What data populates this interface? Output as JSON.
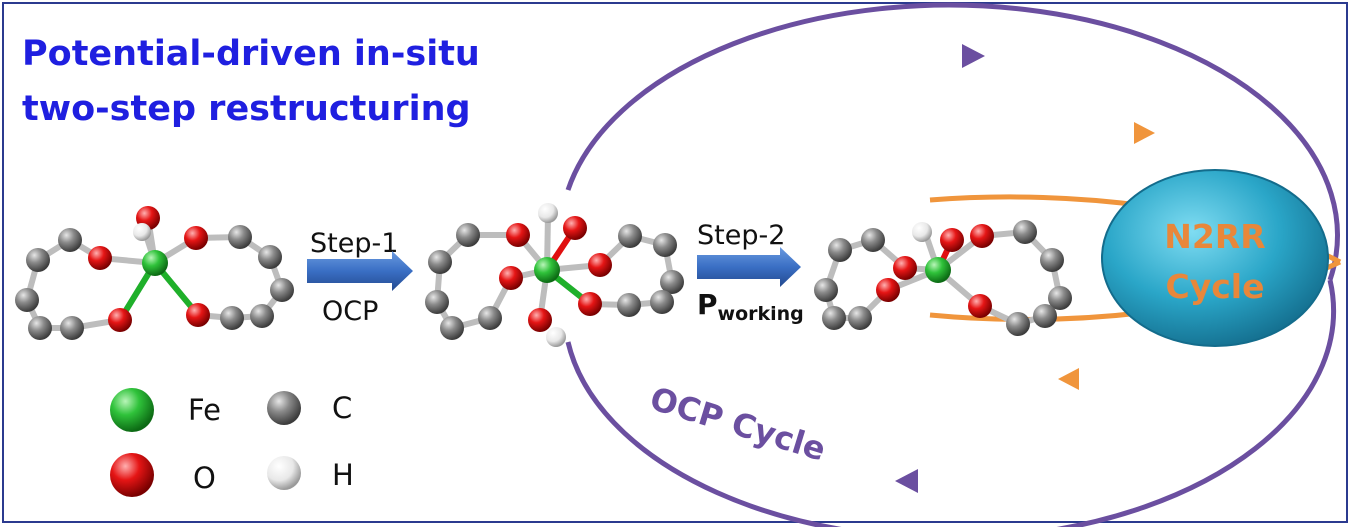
{
  "title": {
    "line1": "Potential-driven in-situ",
    "line2": "two-step restructuring"
  },
  "steps": [
    {
      "name": "Step-1",
      "condition": "OCP"
    },
    {
      "name": "Step-2",
      "condition_main": "P",
      "condition_sub": "working"
    }
  ],
  "cycles": {
    "outer": "OCP Cycle",
    "inner_line1": "N2RR",
    "inner_line2": "Cycle"
  },
  "legend": [
    {
      "symbol": "Fe",
      "color": "#1fb02a"
    },
    {
      "symbol": "C",
      "color": "#6e6e6e"
    },
    {
      "symbol": "O",
      "color": "#e01010"
    },
    {
      "symbol": "H",
      "color": "#f2f2f2"
    }
  ],
  "colors": {
    "title": "#1f1fe0",
    "ocp_cycle": "#6b4fa0",
    "n2rr_cycle": "#f0953c",
    "step_arrow": "#3a6fc4",
    "n2rr_ellipse": "#2aa6c8"
  }
}
